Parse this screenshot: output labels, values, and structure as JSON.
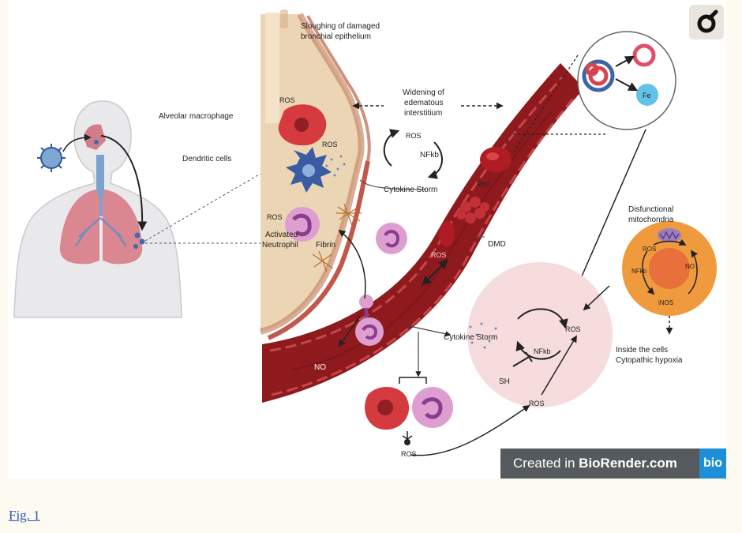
{
  "figure": {
    "caption_link": "Fig. 1",
    "labels": {
      "sloughing": [
        "Sloughing of damaged",
        "bronchial epithelium"
      ],
      "alveolar_macrophage": "Alveolar macrophage",
      "dendritic_cells": "Dendritic cells",
      "activated_neutrophil": [
        "Activated",
        "Neutrophil"
      ],
      "fibrin": "Fibrin",
      "widening": [
        "Widening of",
        "edematous",
        "interstitium"
      ],
      "cytokine_storm_top": "Cytokine Storm",
      "cytokine_storm_bottom": "Cytokine Storm",
      "nfkb_top": "NFkb",
      "nfkb_bottom": "NFkb",
      "rbc_label": "RBC",
      "dmd": "DMD",
      "disfunctional_mito": [
        "Disfunctional",
        "mitochondria"
      ],
      "cell_inside": [
        "Inside the cells",
        "Cytopathic hypoxia"
      ],
      "fe": "Fe",
      "no_vessel": "NO",
      "sh": "SH",
      "mito_ros": "ROS",
      "mito_nfkb": "NFkb",
      "mito_no": "NO",
      "mito_inos": "iNOS",
      "ros": "ROS"
    },
    "attribution": {
      "prefix": "Created in ",
      "brand": "BioRender.com",
      "logo": "bio"
    },
    "icons": [
      "virus-icon",
      "human-silhouette-icon",
      "lung-icon",
      "blood-vessel-icon",
      "mitochondria-icon",
      "biorender-corner-icon"
    ],
    "colors": {
      "vessel": "#8e1a1e",
      "alveolus": "#ecd5b5",
      "neutrophil": "#dd9fd0",
      "macrophage": "#d43a3e",
      "dendritic": "#3b5ca3",
      "fe_circle": "#62c3e6",
      "mito_cell": "#f09a3e"
    }
  }
}
